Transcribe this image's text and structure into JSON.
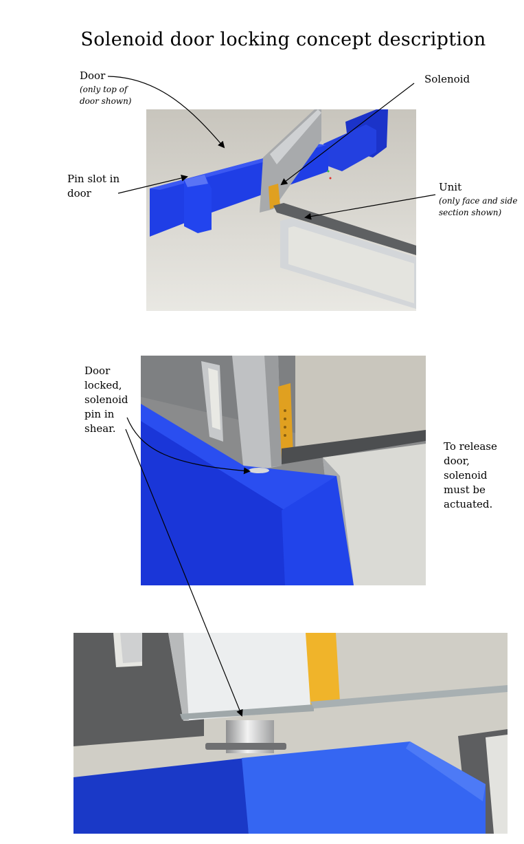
{
  "title": "Solenoid door locking concept description",
  "labels": {
    "door": "Door",
    "door_note_1": "(only top of",
    "door_note_2": "door shown)",
    "solenoid": "Solenoid",
    "pin_slot_1": "Pin slot in",
    "pin_slot_2": "door",
    "unit": "Unit",
    "unit_note_1": "(only face and side",
    "unit_note_2": "section shown)",
    "locked_1": "Door",
    "locked_2": "locked,",
    "locked_3": "solenoid",
    "locked_4": "pin in",
    "locked_5": "shear.",
    "release_1": "To release",
    "release_2": "door,",
    "release_3": "solenoid",
    "release_4": "must be",
    "release_5": "actuated."
  },
  "colors": {
    "door_blue": "#1f3ee6",
    "solenoid_gold": "#e0a020",
    "unit_gray": "#b9bcc0",
    "background_gray": "#cfcdc4"
  }
}
